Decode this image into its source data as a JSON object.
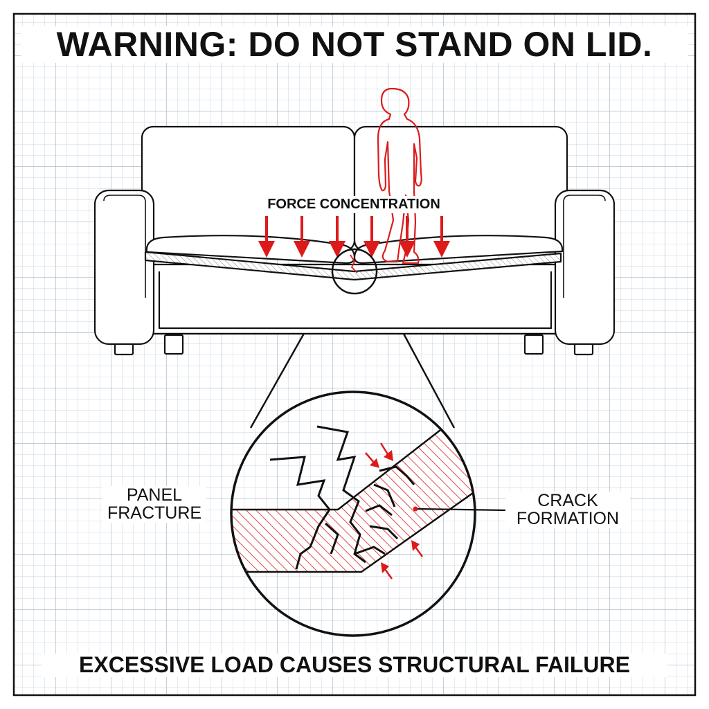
{
  "header": {
    "title": "WARNING: DO NOT STAND ON LID."
  },
  "labels": {
    "force": "FORCE CONCENTRATION",
    "panel_line1": "PANEL",
    "panel_line2": "FRACTURE",
    "crack_line1": "CRACK",
    "crack_line2": "FORMATION"
  },
  "footer": {
    "caption": "EXCESSIVE LOAD CAUSES STRUCTURAL FAILURE"
  },
  "colors": {
    "ink": "#111111",
    "warning_red": "#dd1a1a",
    "grid_minor": "#c9d4e0",
    "grid_major": "#9fb1c4",
    "paper": "#ffffff"
  },
  "icons": {
    "figure": "standing-person-icon",
    "force_arrows": "down-arrow-icon",
    "crack_arrows": "compression-arrow-icon"
  }
}
